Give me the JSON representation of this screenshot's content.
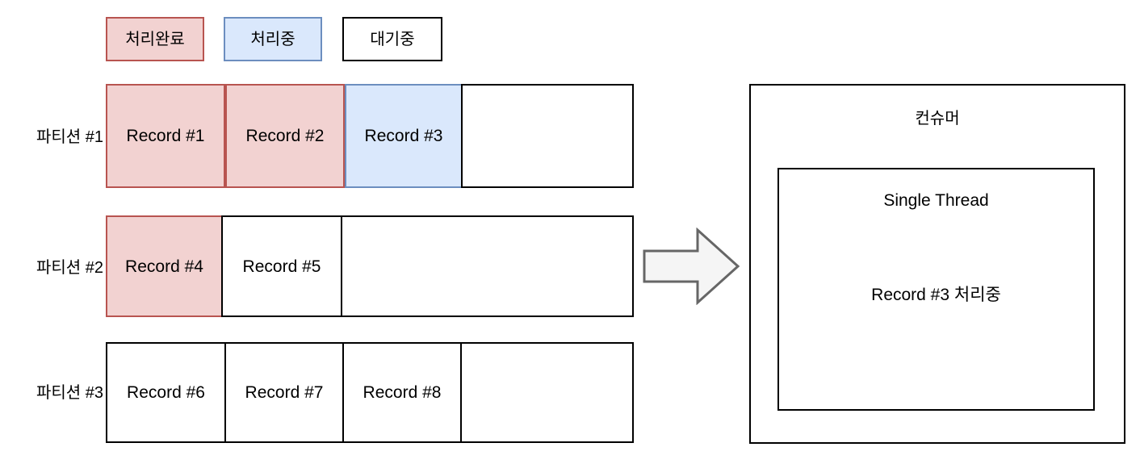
{
  "diagram": {
    "title": "Kafka partition consumption by single-thread consumer",
    "colors": {
      "done_fill": "#f2d2d1",
      "done_stroke": "#b85450",
      "processing_fill": "#dae8fc",
      "processing_stroke": "#6c8ebf",
      "waiting_fill": "#ffffff",
      "waiting_stroke": "#000000",
      "arrow_fill": "#f5f5f5",
      "arrow_stroke": "#666666"
    }
  },
  "legend": {
    "items": [
      {
        "label": "처리완료",
        "state": "done"
      },
      {
        "label": "처리중",
        "state": "processing"
      },
      {
        "label": "대기중",
        "state": "waiting"
      }
    ]
  },
  "partitions": [
    {
      "label": "파티션 #1",
      "cells": [
        {
          "label": "Record #1",
          "state": "done"
        },
        {
          "label": "Record #2",
          "state": "done"
        },
        {
          "label": "Record #3",
          "state": "processing"
        },
        {
          "label": "",
          "state": "waiting"
        }
      ]
    },
    {
      "label": "파티션 #2",
      "cells": [
        {
          "label": "Record #4",
          "state": "done"
        },
        {
          "label": "Record #5",
          "state": "waiting"
        },
        {
          "label": "",
          "state": "waiting"
        }
      ]
    },
    {
      "label": "파티션 #3",
      "cells": [
        {
          "label": "Record #6",
          "state": "waiting"
        },
        {
          "label": "Record #7",
          "state": "waiting"
        },
        {
          "label": "Record #8",
          "state": "waiting"
        },
        {
          "label": "",
          "state": "waiting"
        }
      ]
    }
  ],
  "arrow": {
    "name": "flow-arrow-right",
    "direction": "right"
  },
  "consumer": {
    "title": "컨슈머",
    "thread": {
      "title": "Single Thread",
      "status": "Record #3 처리중"
    }
  }
}
